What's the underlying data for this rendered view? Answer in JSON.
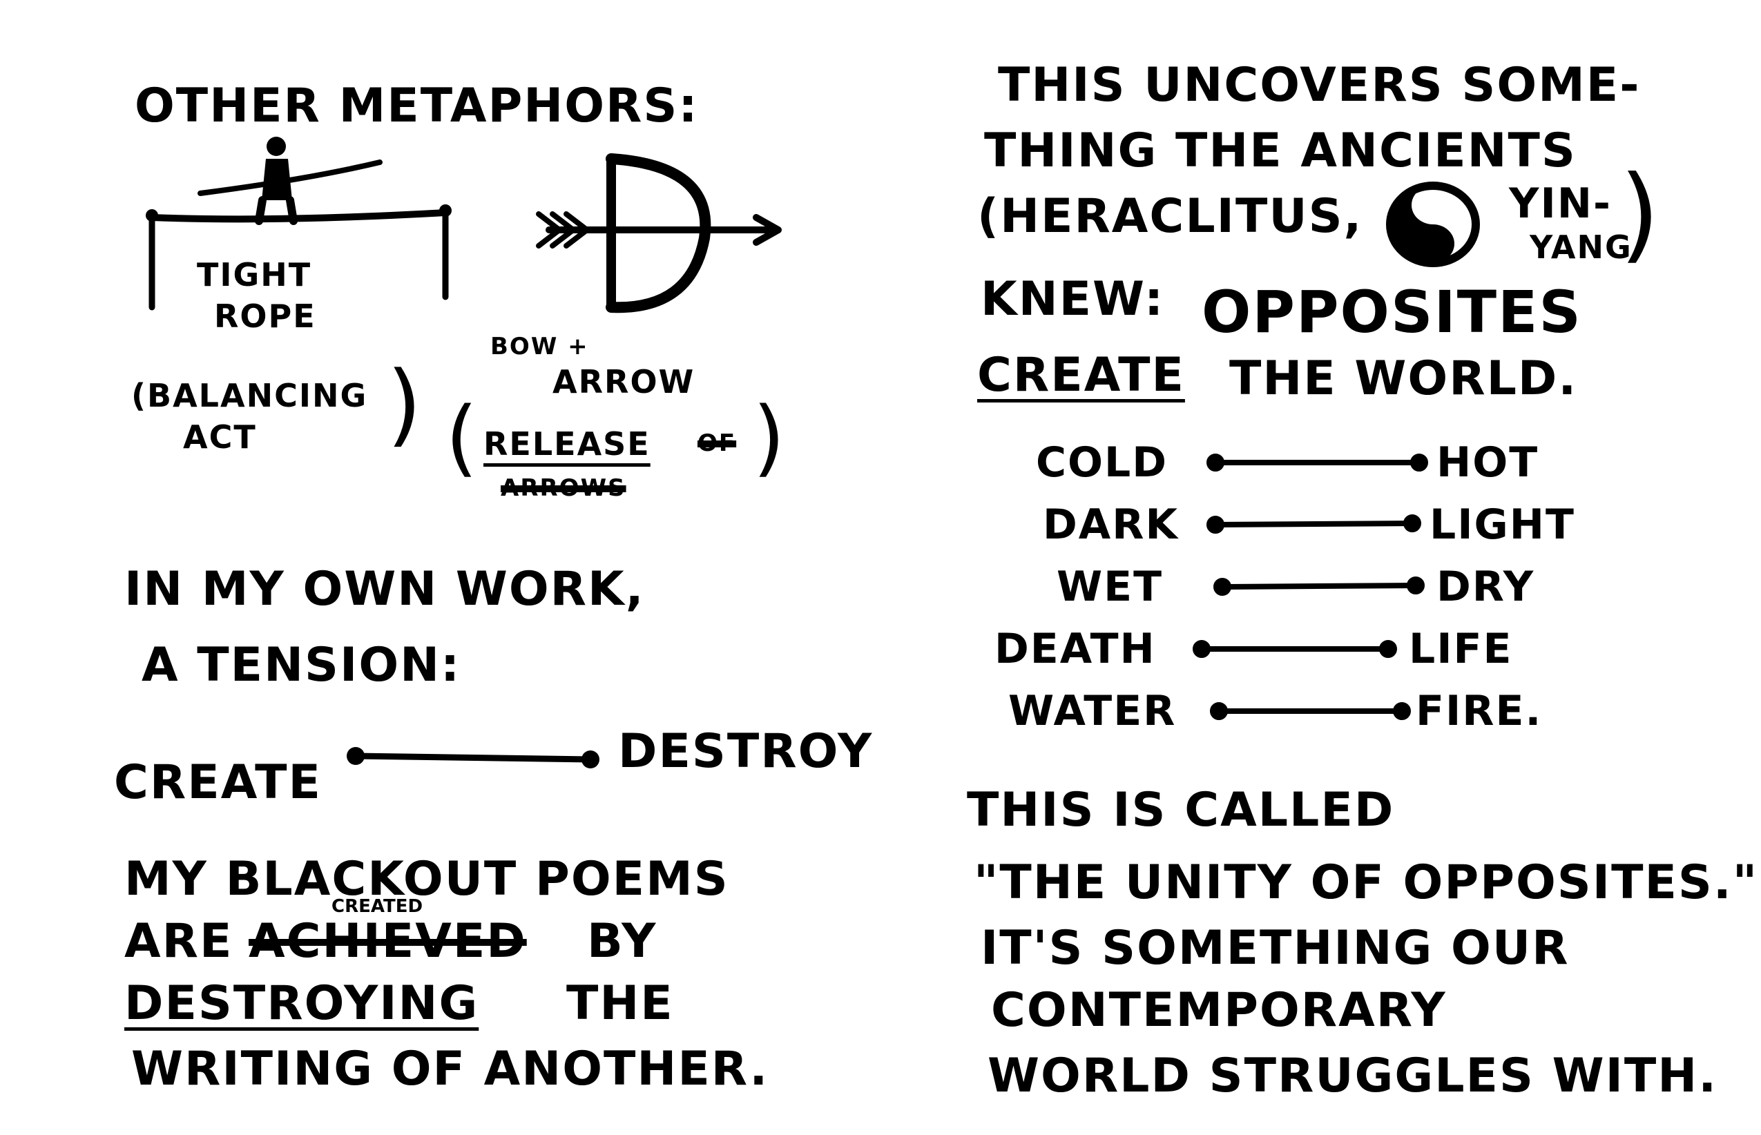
{
  "left_page": {
    "heading": "OTHER METAPHORS:",
    "tightrope_label_1": "TIGHT",
    "tightrope_label_2": "ROPE",
    "balancing_1": "(BALANCING",
    "balancing_2": "ACT",
    "balancing_close": ")",
    "bow_label_1": "BOW +",
    "bow_label_2": "ARROW",
    "release_open": "(",
    "release_word": "RELEASE",
    "release_struck_1": "OF",
    "release_struck_2": "ARROWS",
    "release_close": ")",
    "tension_1": "IN MY OWN WORK,",
    "tension_2": "A TENSION:",
    "create_word": "CREATE",
    "destroy_word": "DESTROY",
    "blackout_1": "MY BLACKOUT POEMS",
    "blackout_2a": "ARE",
    "blackout_inserted": "CREATED",
    "blackout_struck": "ACHIEVED",
    "blackout_2b": "BY",
    "blackout_3a": "DESTROYING",
    "blackout_3b": "THE",
    "blackout_4": "WRITING OF ANOTHER."
  },
  "right_page": {
    "line_1": "THIS UNCOVERS SOME-",
    "line_2": "THING THE ANCIENTS",
    "line_3a": "(HERACLITUS,",
    "yin_1": "YIN-",
    "yin_2": "YANG",
    "yin_close": ")",
    "line_4a": "KNEW:",
    "line_4b": "OPPOSITES",
    "line_5a": "CREATE",
    "line_5b": "THE WORLD.",
    "pairs": [
      {
        "left": "COLD",
        "right": "HOT"
      },
      {
        "left": "DARK",
        "right": "LIGHT"
      },
      {
        "left": "WET",
        "right": "DRY"
      },
      {
        "left": "DEATH",
        "right": "LIFE"
      },
      {
        "left": "WATER",
        "right": "FIRE."
      }
    ],
    "called_1": "THIS IS CALLED",
    "called_2": "\"THE UNITY OF OPPOSITES.\"",
    "called_3": "IT'S SOMETHING OUR",
    "called_4": "CONTEMPORARY",
    "called_5": "WORLD STRUGGLES WITH."
  },
  "icons": {
    "tightrope": "tightrope-walker-icon",
    "bow": "bow-and-arrow-icon",
    "yinyang": "yin-yang-icon"
  },
  "colors": {
    "ink": "#000000",
    "paper": "#ffffff"
  }
}
